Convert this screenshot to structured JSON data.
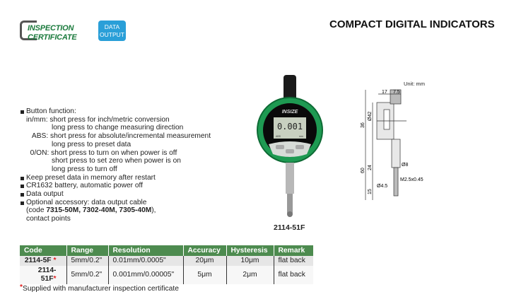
{
  "header": {
    "logo_line1": "INSPECTION",
    "logo_line2": "CERTIFICATE",
    "badge_line1": "DATA",
    "badge_line2": "OUTPUT",
    "title": "COMPACT DIGITAL INDICATORS"
  },
  "features": {
    "button_function": "Button function:",
    "lines": [
      {
        "indent": 1,
        "text": "in/mm: short press for inch/metric conversion"
      },
      {
        "indent": 2,
        "text": "long press to change measuring direction"
      },
      {
        "indent": 1,
        "text": "   ABS: short press for absolute/incremental measurement"
      },
      {
        "indent": 2,
        "text": "long press to preset data"
      },
      {
        "indent": 1,
        "text": "  0/ON: short press to turn on when power is off"
      },
      {
        "indent": 2,
        "text": "short press to set zero when power is on"
      },
      {
        "indent": 2,
        "text": "long press to turn off"
      }
    ],
    "b2": "Keep preset data in memory after restart",
    "b3": "CR1632 battery, automatic power off",
    "b4": "Data output",
    "b5": "Optional accessory: data output cable",
    "b5_code_pre": "(code ",
    "b5_codes": "7315-50M, 7302-40M, 7305-40M",
    "b5_code_post": "),",
    "b5_last": "contact points"
  },
  "product": {
    "caption": "2114-51F",
    "brand": "INSIZE",
    "display": "0.001",
    "lcd_left": "ABS",
    "lcd_right": "mm"
  },
  "drawing": {
    "unit": "Unit: mm",
    "dims": [
      "17",
      "7.5",
      "36",
      "Ø42",
      "60",
      "24",
      "15",
      "Ø8",
      "Ø4.5",
      "M2.5x0.45"
    ]
  },
  "table": {
    "headers": [
      "Code",
      "Range",
      "Resolution",
      "Accuracy",
      "Hysteresis",
      "Remark"
    ],
    "rows": [
      [
        "2114-5F",
        "5mm/0.2\"",
        "0.01mm/0.0005\"",
        "20μm",
        "10μm",
        "flat back"
      ],
      [
        "2114-51F",
        "5mm/0.2\"",
        "0.001mm/0.00005\"",
        "5μm",
        "2μm",
        "flat back"
      ]
    ],
    "star": "*"
  },
  "note": {
    "star": "*",
    "text": "Supplied with manufacturer inspection certificate"
  },
  "colors": {
    "green": "#4d8b4f",
    "blue": "#2a9fd8",
    "star": "#e02020"
  }
}
